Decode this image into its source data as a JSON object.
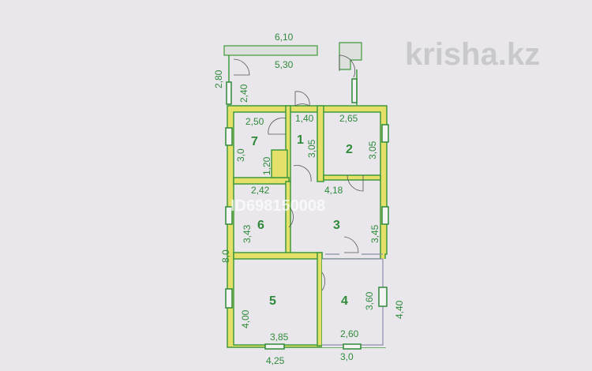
{
  "watermark": {
    "logo": "krisha.kz",
    "listing_id": "ID698150008"
  },
  "rooms": [
    "1",
    "2",
    "3",
    "4",
    "5",
    "6",
    "7"
  ],
  "dimensions": {
    "porch_outer_width": "6,10",
    "porch_inner_width": "5,30",
    "porch_outer_depth": "2,80",
    "porch_inner_depth": "2,40",
    "room7_width": "2,50",
    "room7_length": "3,0",
    "room7_closet": "1,20",
    "room1_width": "1,40",
    "room1_length": "3,05",
    "room2_width": "2,65",
    "room2_length": "3,05",
    "room6_width": "2,42",
    "room6_length": "3,43",
    "room3_width": "4,18",
    "room3_length": "3,45",
    "house_length": "8,0",
    "room5_length": "4,00",
    "room5_width": "3,85",
    "house_width_bottom": "4,25",
    "room4_length": "3,60",
    "room4_width": "2,60",
    "room4_outer_width": "3,0",
    "room4_outer_length": "4,40"
  },
  "colors": {
    "wall": "#e4e06a",
    "outline": "#3f9a3c",
    "text": "#2f8a3a",
    "background": "#e9e7ec"
  }
}
